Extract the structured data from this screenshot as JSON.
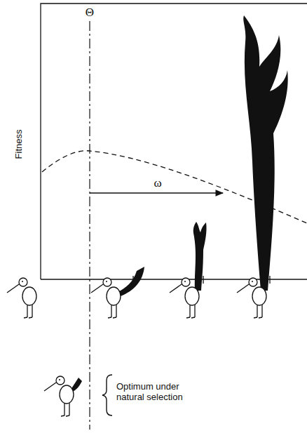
{
  "diagram": {
    "labels": [
      "Θ",
      "ω",
      "Fitness",
      "Optimum under natural selection"
    ]
  }
}
